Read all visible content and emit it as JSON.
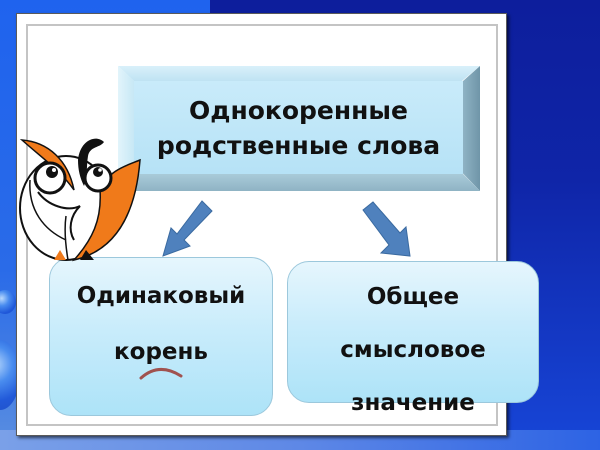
{
  "slide": {
    "title_lines": [
      "Однокоренные",
      "родственные слова"
    ],
    "left_box": {
      "lines": [
        "Одинаковый",
        "корень"
      ],
      "symbol": "root-arc"
    },
    "right_box": {
      "lines": [
        "Общее",
        "смысловое",
        "значение"
      ]
    },
    "arrows": [
      {
        "direction": "down-left",
        "color": "#4f81bd"
      },
      {
        "direction": "down-right",
        "color": "#4f81bd"
      }
    ],
    "mascot": "owl-icon"
  },
  "colors": {
    "background_blue": "#1f63ea",
    "background_dark_blue": "#0f25a8",
    "box_fill": "#b6e2f6",
    "arrow": "#4f81bd",
    "owl_orange": "#f07a1a",
    "root_arc": "#a0524f"
  }
}
